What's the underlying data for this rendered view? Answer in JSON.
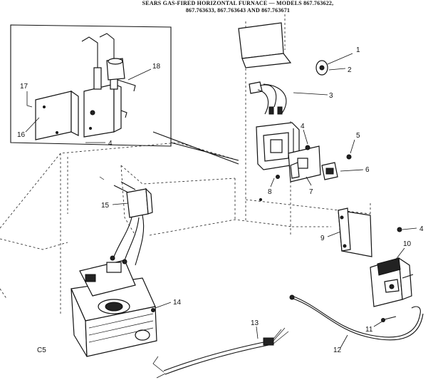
{
  "title": {
    "line1": "SEARS GAS-FIRED HORIZONTAL FURNACE — MODELS 867.763622,",
    "line2": "867.763633, 867.763643 AND 867.763671"
  },
  "callouts": [
    {
      "id": "c1",
      "text": "1"
    },
    {
      "id": "c2",
      "text": "2"
    },
    {
      "id": "c3",
      "text": "3"
    },
    {
      "id": "c4a",
      "text": "4"
    },
    {
      "id": "c4b",
      "text": "4"
    },
    {
      "id": "c4c",
      "text": "4"
    },
    {
      "id": "c5",
      "text": "5"
    },
    {
      "id": "c6",
      "text": "6"
    },
    {
      "id": "c7",
      "text": "7"
    },
    {
      "id": "c8",
      "text": "8"
    },
    {
      "id": "c9",
      "text": "9"
    },
    {
      "id": "c10",
      "text": "10"
    },
    {
      "id": "c11",
      "text": "11"
    },
    {
      "id": "c12",
      "text": "12"
    },
    {
      "id": "c13",
      "text": "13"
    },
    {
      "id": "c14",
      "text": "14"
    },
    {
      "id": "c15",
      "text": "15"
    },
    {
      "id": "c16",
      "text": "16"
    },
    {
      "id": "c17",
      "text": "17"
    },
    {
      "id": "c18",
      "text": "18"
    }
  ],
  "corner_code": "C5"
}
